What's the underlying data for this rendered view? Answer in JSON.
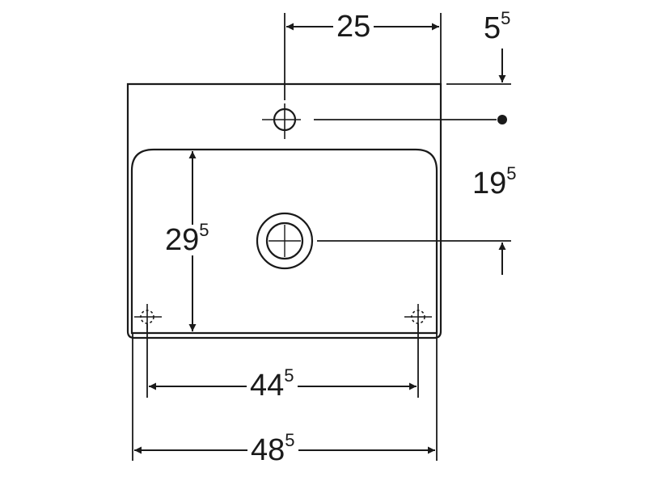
{
  "colors": {
    "line": "#1a1a1a",
    "paper": "#ffffff"
  },
  "dimensions": {
    "tap_hole_offset": {
      "main": "25",
      "sup": ""
    },
    "top_margin": {
      "main": "5",
      "sup": "5"
    },
    "tap_to_drain": {
      "main": "19",
      "sup": "5"
    },
    "bowl_depth": {
      "main": "29",
      "sup": "5"
    },
    "mounting_spacing": {
      "main": "44",
      "sup": "5"
    },
    "overall_width": {
      "main": "48",
      "sup": "5"
    }
  }
}
